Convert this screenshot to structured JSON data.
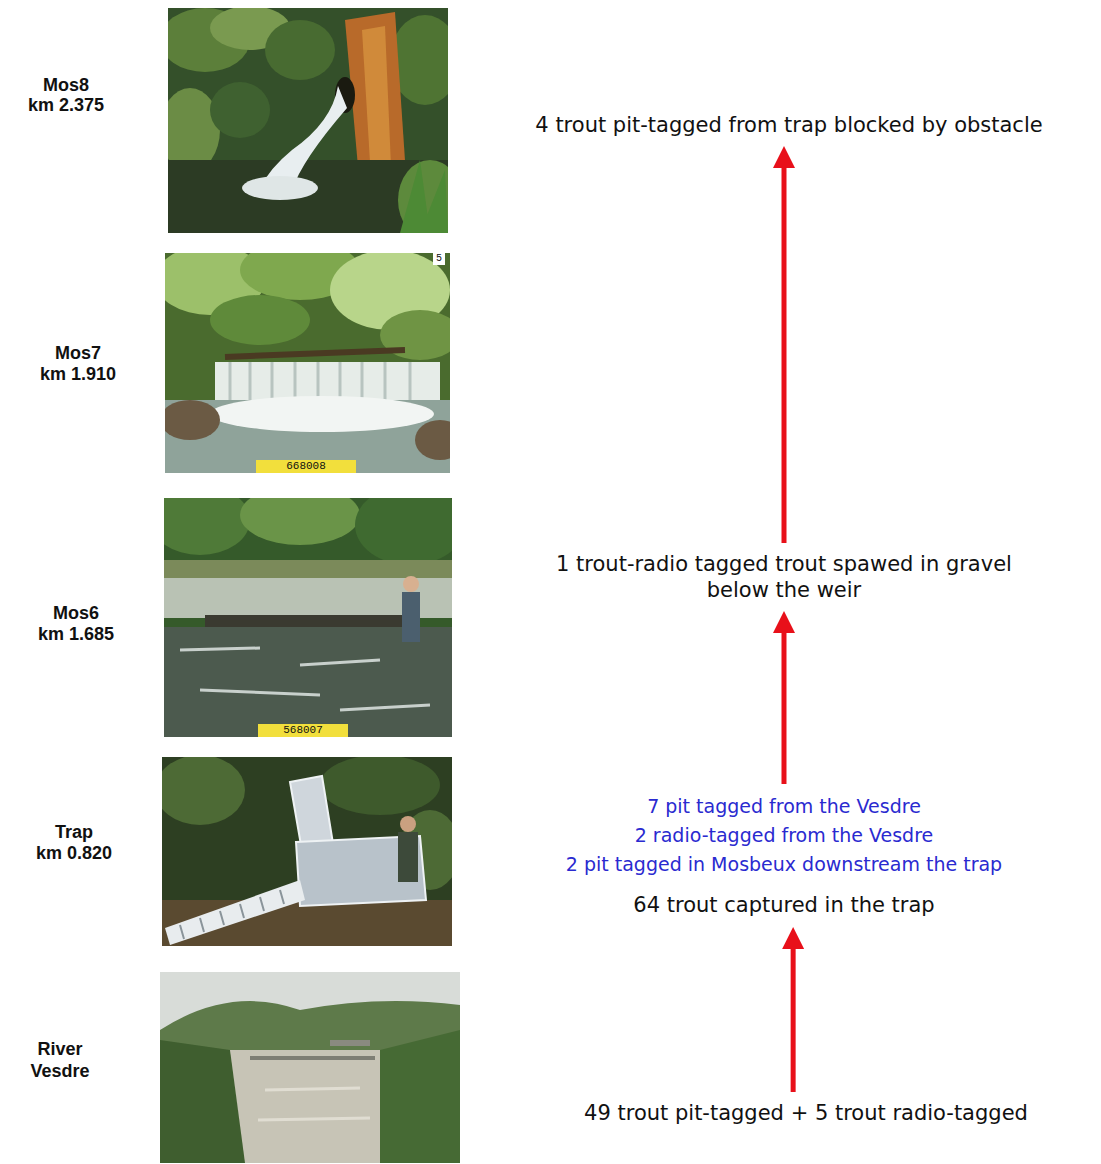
{
  "diagram": {
    "nodes": [
      {
        "text": [
          "4 trout pit-tagged from trap blocked by obstacle"
        ]
      },
      {
        "text": [
          "1 trout-radio tagged trout spawed in gravel below the weir"
        ]
      },
      {
        "text": [
          "7 pit tagged from the Vesdre",
          "2 radio-tagged from the Vesdre",
          "2 pit tagged in Mosbeux downstream the trap",
          "64 trout captured in the trap"
        ]
      },
      {
        "text": [
          "49 trout pit-tagged + 5 trout radio-tagged"
        ]
      }
    ],
    "edges": [
      {
        "from": 3,
        "to": 2,
        "arrow": "to"
      },
      {
        "from": 2,
        "to": 1,
        "arrow": "to"
      },
      {
        "from": 1,
        "to": 0,
        "arrow": "to"
      }
    ],
    "labels": [
      "Mos8",
      "km 2.375",
      "Mos7",
      "km 1.910",
      "Mos6",
      "km 1.685",
      "Trap",
      "km 0.820",
      "River Vesdre",
      "5",
      "668008",
      "568007"
    ]
  }
}
